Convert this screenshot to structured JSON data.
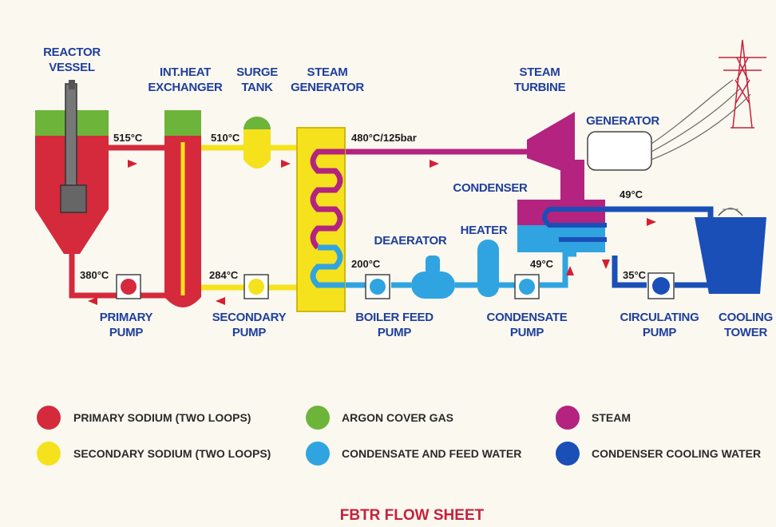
{
  "title": "FBTR FLOW SHEET",
  "components": {
    "reactor_vessel": [
      "REACTOR",
      "VESSEL"
    ],
    "int_heat_exchanger": [
      "INT.HEAT",
      "EXCHANGER"
    ],
    "surge_tank": [
      "SURGE",
      "TANK"
    ],
    "steam_generator": [
      "STEAM",
      "GENERATOR"
    ],
    "steam_turbine": [
      "STEAM",
      "TURBINE"
    ],
    "generator": "GENERATOR",
    "condenser": "CONDENSER",
    "deaerator": "DEAERATOR",
    "heater": "HEATER",
    "primary_pump": [
      "PRIMARY",
      "PUMP"
    ],
    "secondary_pump": [
      "SECONDARY",
      "PUMP"
    ],
    "boiler_feed_pump": [
      "BOILER FEED",
      "PUMP"
    ],
    "condensate_pump": [
      "CONDENSATE",
      "PUMP"
    ],
    "circulating_pump": [
      "CIRCULATING",
      "PUMP"
    ],
    "cooling_tower": [
      "COOLING",
      "TOWER"
    ]
  },
  "temperatures": {
    "reactor_outlet": "515°C",
    "ihx_outlet": "510°C",
    "steam": "480°C/125bar",
    "reactor_inlet": "380°C",
    "secondary_return": "284°C",
    "feed_water": "200°C",
    "condensate": "49°C",
    "cooling_return": "49°C",
    "cooling_supply": "35°C"
  },
  "legend": [
    {
      "label": "PRIMARY SODIUM (TWO LOOPS)",
      "color": "#d42a3c"
    },
    {
      "label": "ARGON COVER GAS",
      "color": "#6db43a"
    },
    {
      "label": "STEAM",
      "color": "#b3237f"
    },
    {
      "label": "SECONDARY SODIUM (TWO LOOPS)",
      "color": "#f5e21c"
    },
    {
      "label": "CONDENSATE AND FEED WATER",
      "color": "#2fa4e0"
    },
    {
      "label": "CONDENSER COOLING WATER",
      "color": "#1a4fb8"
    }
  ],
  "colors": {
    "primary_sodium": "#d42a3c",
    "argon": "#6db43a",
    "steam": "#b3237f",
    "secondary_sodium": "#f5e21c",
    "feed_water": "#2fa4e0",
    "cooling_water": "#1a4fb8",
    "label_text": "#1f3f9c",
    "title_text": "#c8203a"
  }
}
